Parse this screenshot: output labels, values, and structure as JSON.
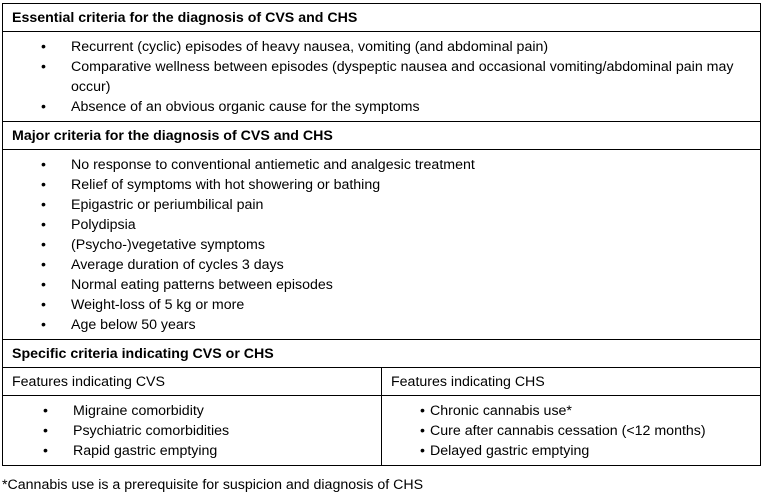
{
  "table": {
    "essential": {
      "heading": "Essential criteria for the diagnosis of CVS and CHS",
      "items": [
        "Recurrent (cyclic) episodes of heavy nausea, vomiting (and abdominal pain)",
        "Comparative wellness between episodes (dyspeptic nausea and occasional vomiting/abdominal pain may occur)",
        "Absence of an obvious organic cause for the symptoms"
      ]
    },
    "major": {
      "heading": "Major criteria for the diagnosis of CVS and CHS",
      "items": [
        "No response to conventional antiemetic and analgesic treatment",
        "Relief of symptoms with hot showering or bathing",
        "Epigastric or periumbilical pain",
        "Polydipsia",
        "(Psycho-)vegetative symptoms",
        "Average duration of cycles 3 days",
        "Normal eating patterns between episodes",
        "Weight-loss of 5 kg or more",
        "Age below 50 years"
      ]
    },
    "specific": {
      "heading": "Specific criteria indicating CVS or CHS",
      "cvs": {
        "heading": "Features indicating CVS",
        "items": [
          "Migraine comorbidity",
          "Psychiatric comorbidities",
          "Rapid gastric emptying"
        ]
      },
      "chs": {
        "heading": "Features indicating CHS",
        "items": [
          "Chronic cannabis use*",
          "Cure after cannabis cessation (<12 months)",
          "Delayed gastric emptying"
        ]
      }
    }
  },
  "bullet_glyph": "•",
  "footnote": "*Cannabis use is a prerequisite for suspicion and diagnosis of CHS"
}
